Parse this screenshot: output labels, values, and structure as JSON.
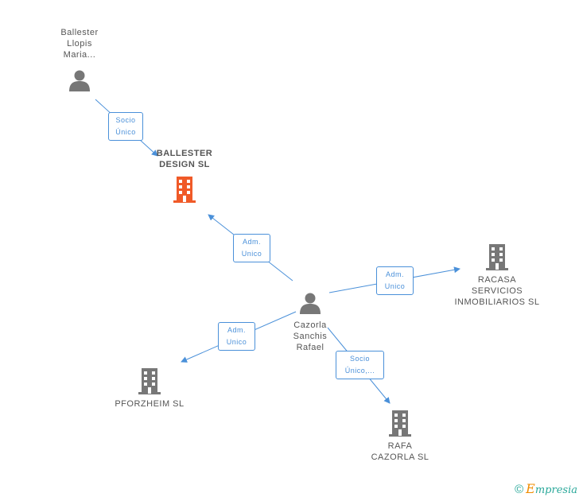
{
  "nodes": {
    "ballester_llopis": {
      "label": [
        "Ballester",
        "Llopis",
        "Maria..."
      ]
    },
    "ballester_design": {
      "label": [
        "BALLESTER",
        "DESIGN SL"
      ]
    },
    "cazorla": {
      "label": [
        "Cazorla",
        "Sanchis",
        "Rafael"
      ]
    },
    "racasa": {
      "label": [
        "RACASA",
        "SERVICIOS",
        "INMOBILIARIOS SL"
      ]
    },
    "pforzheim": {
      "label": [
        "PFORZHEIM SL"
      ]
    },
    "rafa": {
      "label": [
        "RAFA",
        "CAZORLA SL"
      ]
    }
  },
  "edges": {
    "e1": {
      "label": [
        "Socio",
        "Único"
      ]
    },
    "e2": {
      "label": [
        "Adm.",
        "Unico"
      ]
    },
    "e3": {
      "label": [
        "Adm.",
        "Unico"
      ]
    },
    "e4": {
      "label": [
        "Adm.",
        "Unico"
      ]
    },
    "e5": {
      "label": [
        "Socio",
        "Único,..."
      ]
    }
  },
  "colors": {
    "edge": "#4a90d9",
    "main_company": "#f05a28",
    "company": "#777777",
    "person": "#777777"
  },
  "footer": {
    "copyright": "©",
    "brand_first": "E",
    "brand_rest": "mpresia"
  }
}
